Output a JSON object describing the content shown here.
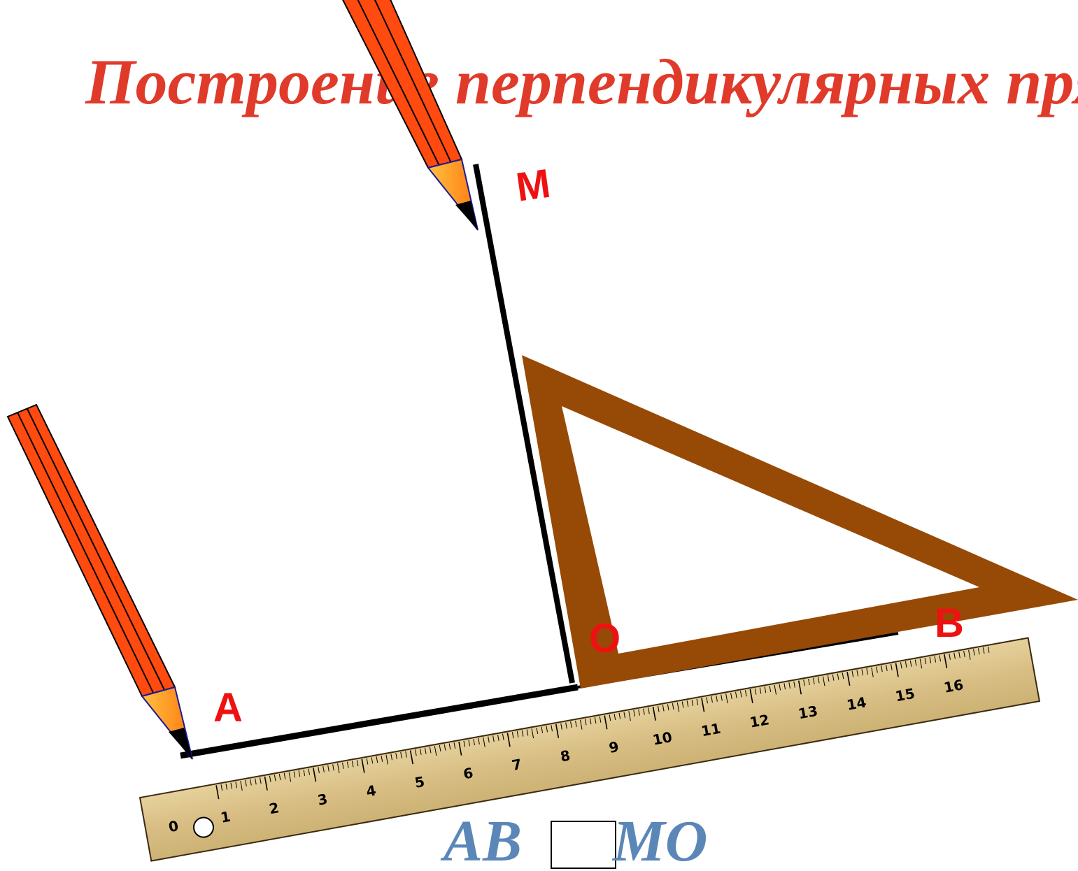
{
  "title": "Построение перпендикулярных прям",
  "points": {
    "M": "M",
    "O": "O",
    "A": "A",
    "B": "B"
  },
  "ruler": {
    "numbers": [
      "0",
      "1",
      "2",
      "3",
      "4",
      "5",
      "6",
      "7",
      "8",
      "9",
      "10",
      "11",
      "12",
      "13",
      "14",
      "15",
      "16"
    ]
  },
  "formula": {
    "left": "AB",
    "right": "MO"
  },
  "colors": {
    "title": "#e03a2a",
    "point_label": "#ee1111",
    "formula": "#5b87b8",
    "triangle": "#964a06",
    "pencil_body": "#ff4a10",
    "pencil_tip": "#ff9a22",
    "ruler": "#dcc48a",
    "line": "#000000"
  }
}
